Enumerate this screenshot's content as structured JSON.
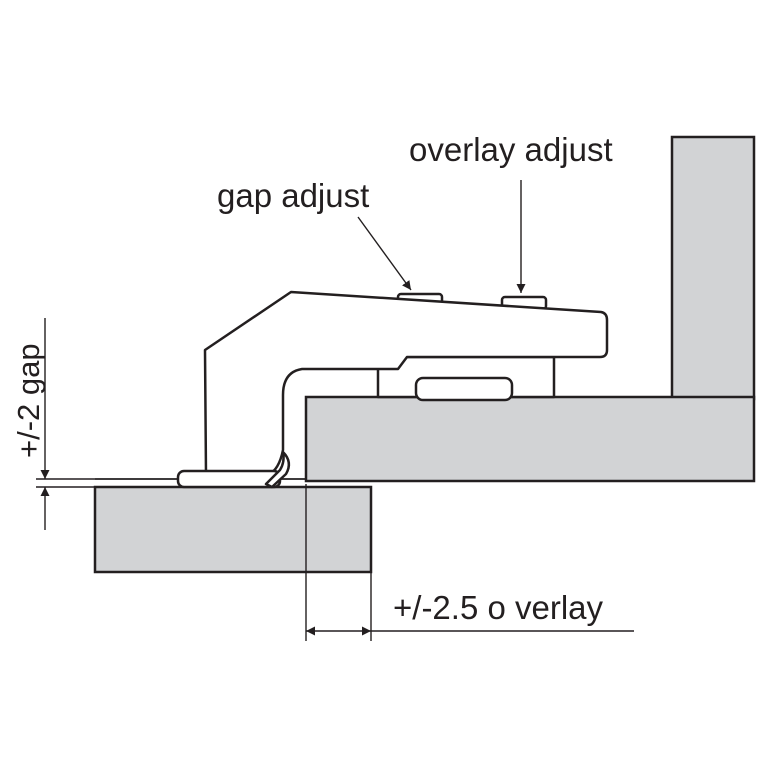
{
  "labels": {
    "overlay_adjust": "overlay adjust",
    "gap_adjust": "gap adjust",
    "gap": "+/-2 gap",
    "overlay": "+/-2.5 o verlay"
  },
  "colors": {
    "panel_fill": "#d2d3d5",
    "line": "#231f20",
    "background": "#ffffff"
  }
}
